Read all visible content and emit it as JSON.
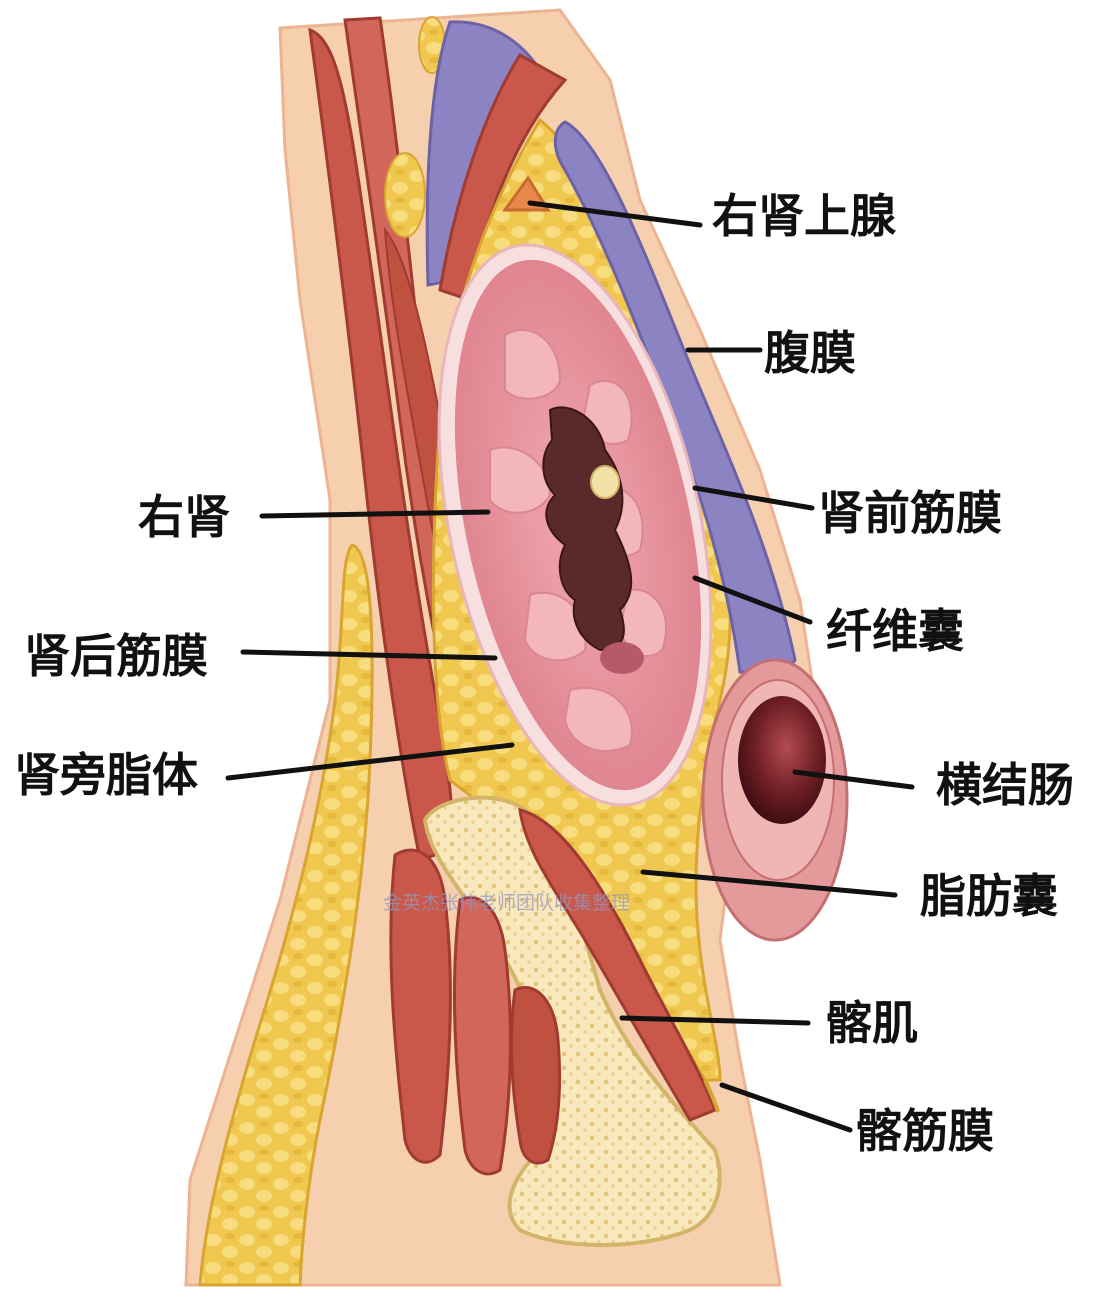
{
  "labels": {
    "adrenal": "右肾上腺",
    "peritoneum": "腹膜",
    "anterior_renal_fascia": "肾前筋膜",
    "fibrous_capsule": "纤维囊",
    "right_kidney": "右肾",
    "posterior_renal_fascia": "肾后筋膜",
    "pararenal_fat": "肾旁脂体",
    "transverse_colon": "横结肠",
    "adipose_capsule": "脂肪囊",
    "iliacus": "髂肌",
    "iliac_fascia": "髂筋膜"
  },
  "watermark": "金英杰张伟老师团队收集整理",
  "colors": {
    "skin": "#f6cfae",
    "muscle": "#c9574a",
    "muscle_dark": "#a63e33",
    "fat": "#f0c850",
    "fat_light": "#f6dc7a",
    "peritoneum": "#8c84c2",
    "kidney_capsule": "#f7dfe0",
    "kidney_cortex": "#e8929b",
    "kidney_pyramid": "#f4b6bd",
    "renal_sinus": "#5a2a2a",
    "bone": "#f6e4b0",
    "colon_outer": "#e49a9a",
    "colon_inner": "#8a2b30",
    "leader_line": "#111111"
  }
}
